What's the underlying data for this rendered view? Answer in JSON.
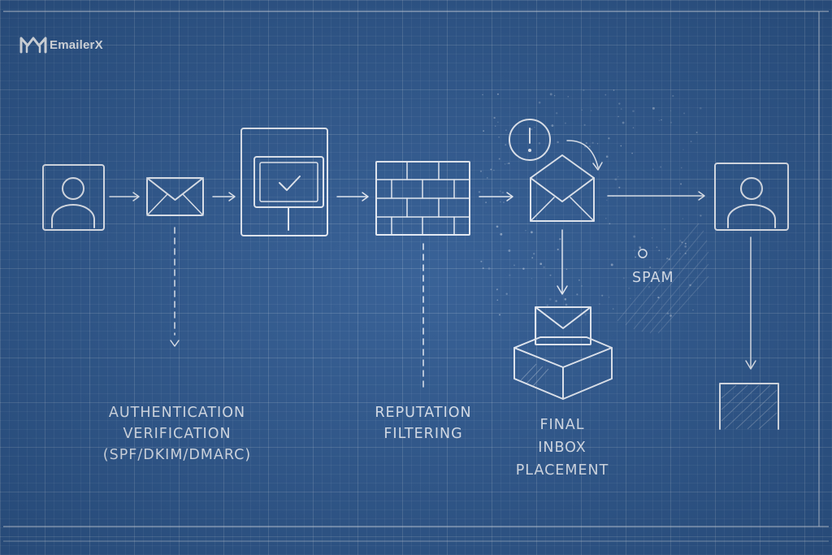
{
  "brand": {
    "name": "EmailerX",
    "logo_icon": "m-logo-icon"
  },
  "labels": {
    "authentication": [
      "AUTHENTICATION",
      "VERIFICATION",
      "(SPF/DKIM/DMARC)"
    ],
    "reputation": [
      "REPUTATION",
      "FILTERING"
    ],
    "inbox": [
      "FINAL",
      "INBOX",
      "PLACEMENT"
    ],
    "spam": "SPAM"
  },
  "icons": [
    "sender-user-icon",
    "envelope-icon",
    "monitor-check-icon",
    "firewall-icon",
    "alert-icon",
    "open-envelope-icon",
    "inbox-tray-icon",
    "recipient-user-icon",
    "spam-box-icon"
  ],
  "colors": {
    "background": "#2f5a92",
    "line": "#e8eef8",
    "text": "#dfe7f3"
  }
}
